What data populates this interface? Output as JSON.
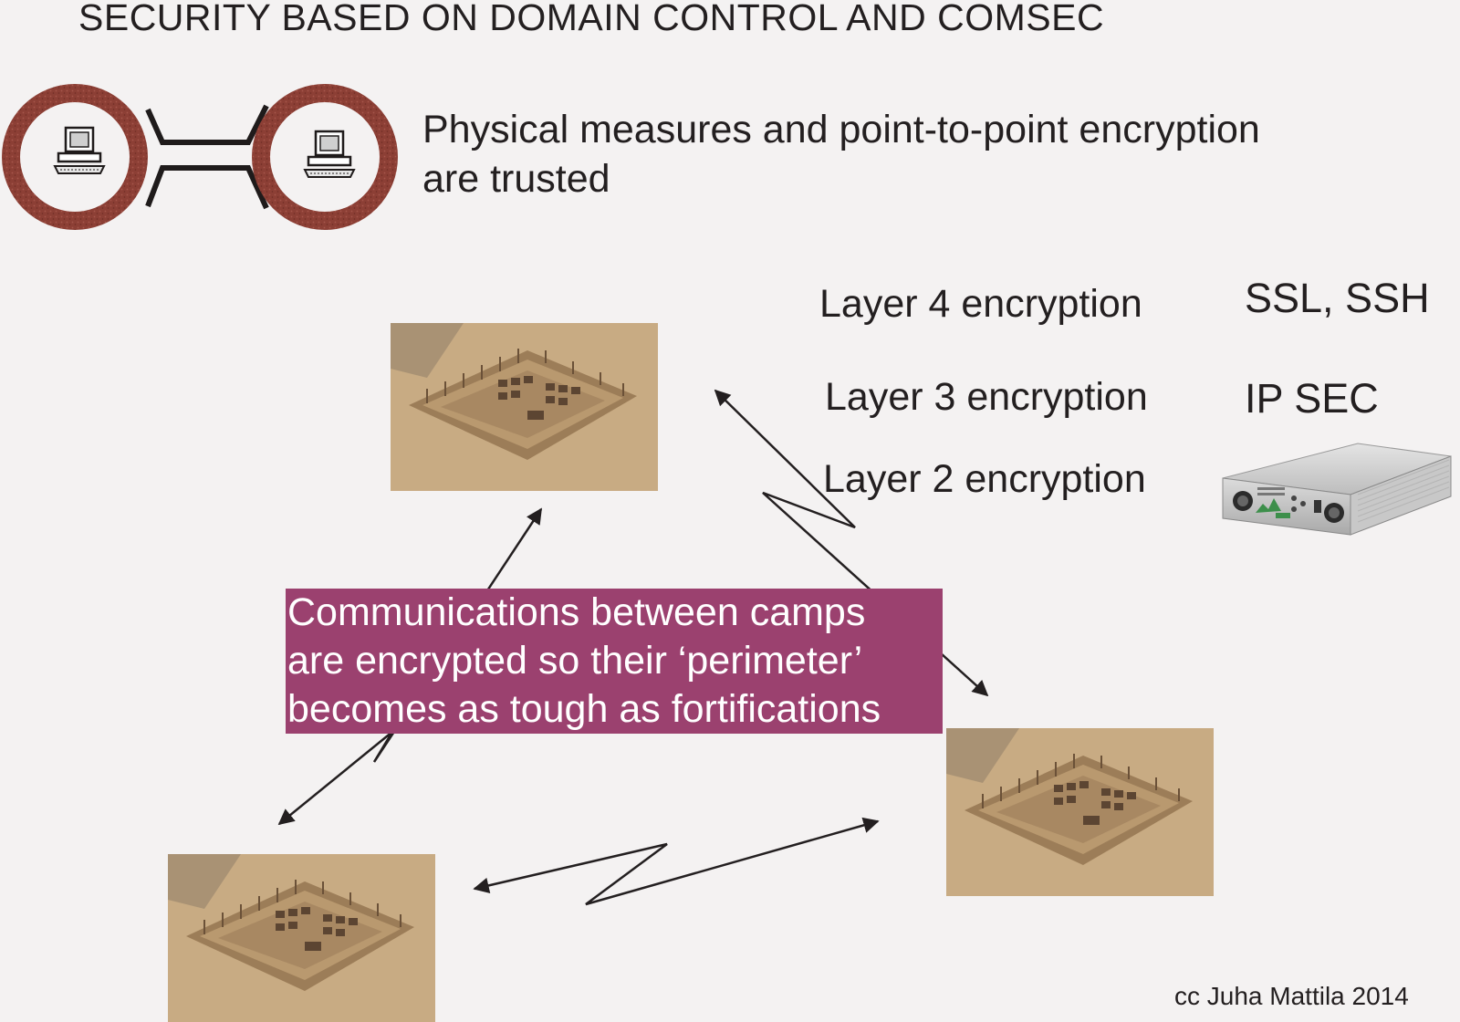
{
  "title": "SECURITY BASED ON DOMAIN CONTROL AND COMSEC",
  "intro": {
    "line1": "Physical measures and point-to-point encryption",
    "line2": "are trusted"
  },
  "layers": [
    {
      "label": "Layer 4 encryption",
      "protocol": "SSL, SSH"
    },
    {
      "label": "Layer 3 encryption",
      "protocol": "IP SEC"
    },
    {
      "label": "Layer 2 encryption",
      "protocol": "",
      "icon": "encryptor-appliance-icon"
    }
  ],
  "callout": {
    "line1": "Communications between camps",
    "line2": "are encrypted so their ‘perimeter’",
    "line3": "becomes as tough as fortifications",
    "color": "#9b416f"
  },
  "credit": "cc Juha Mattila 2014",
  "icons": [
    "computer-icon",
    "sandcastle-fort-photo",
    "encryptor-appliance-icon"
  ]
}
